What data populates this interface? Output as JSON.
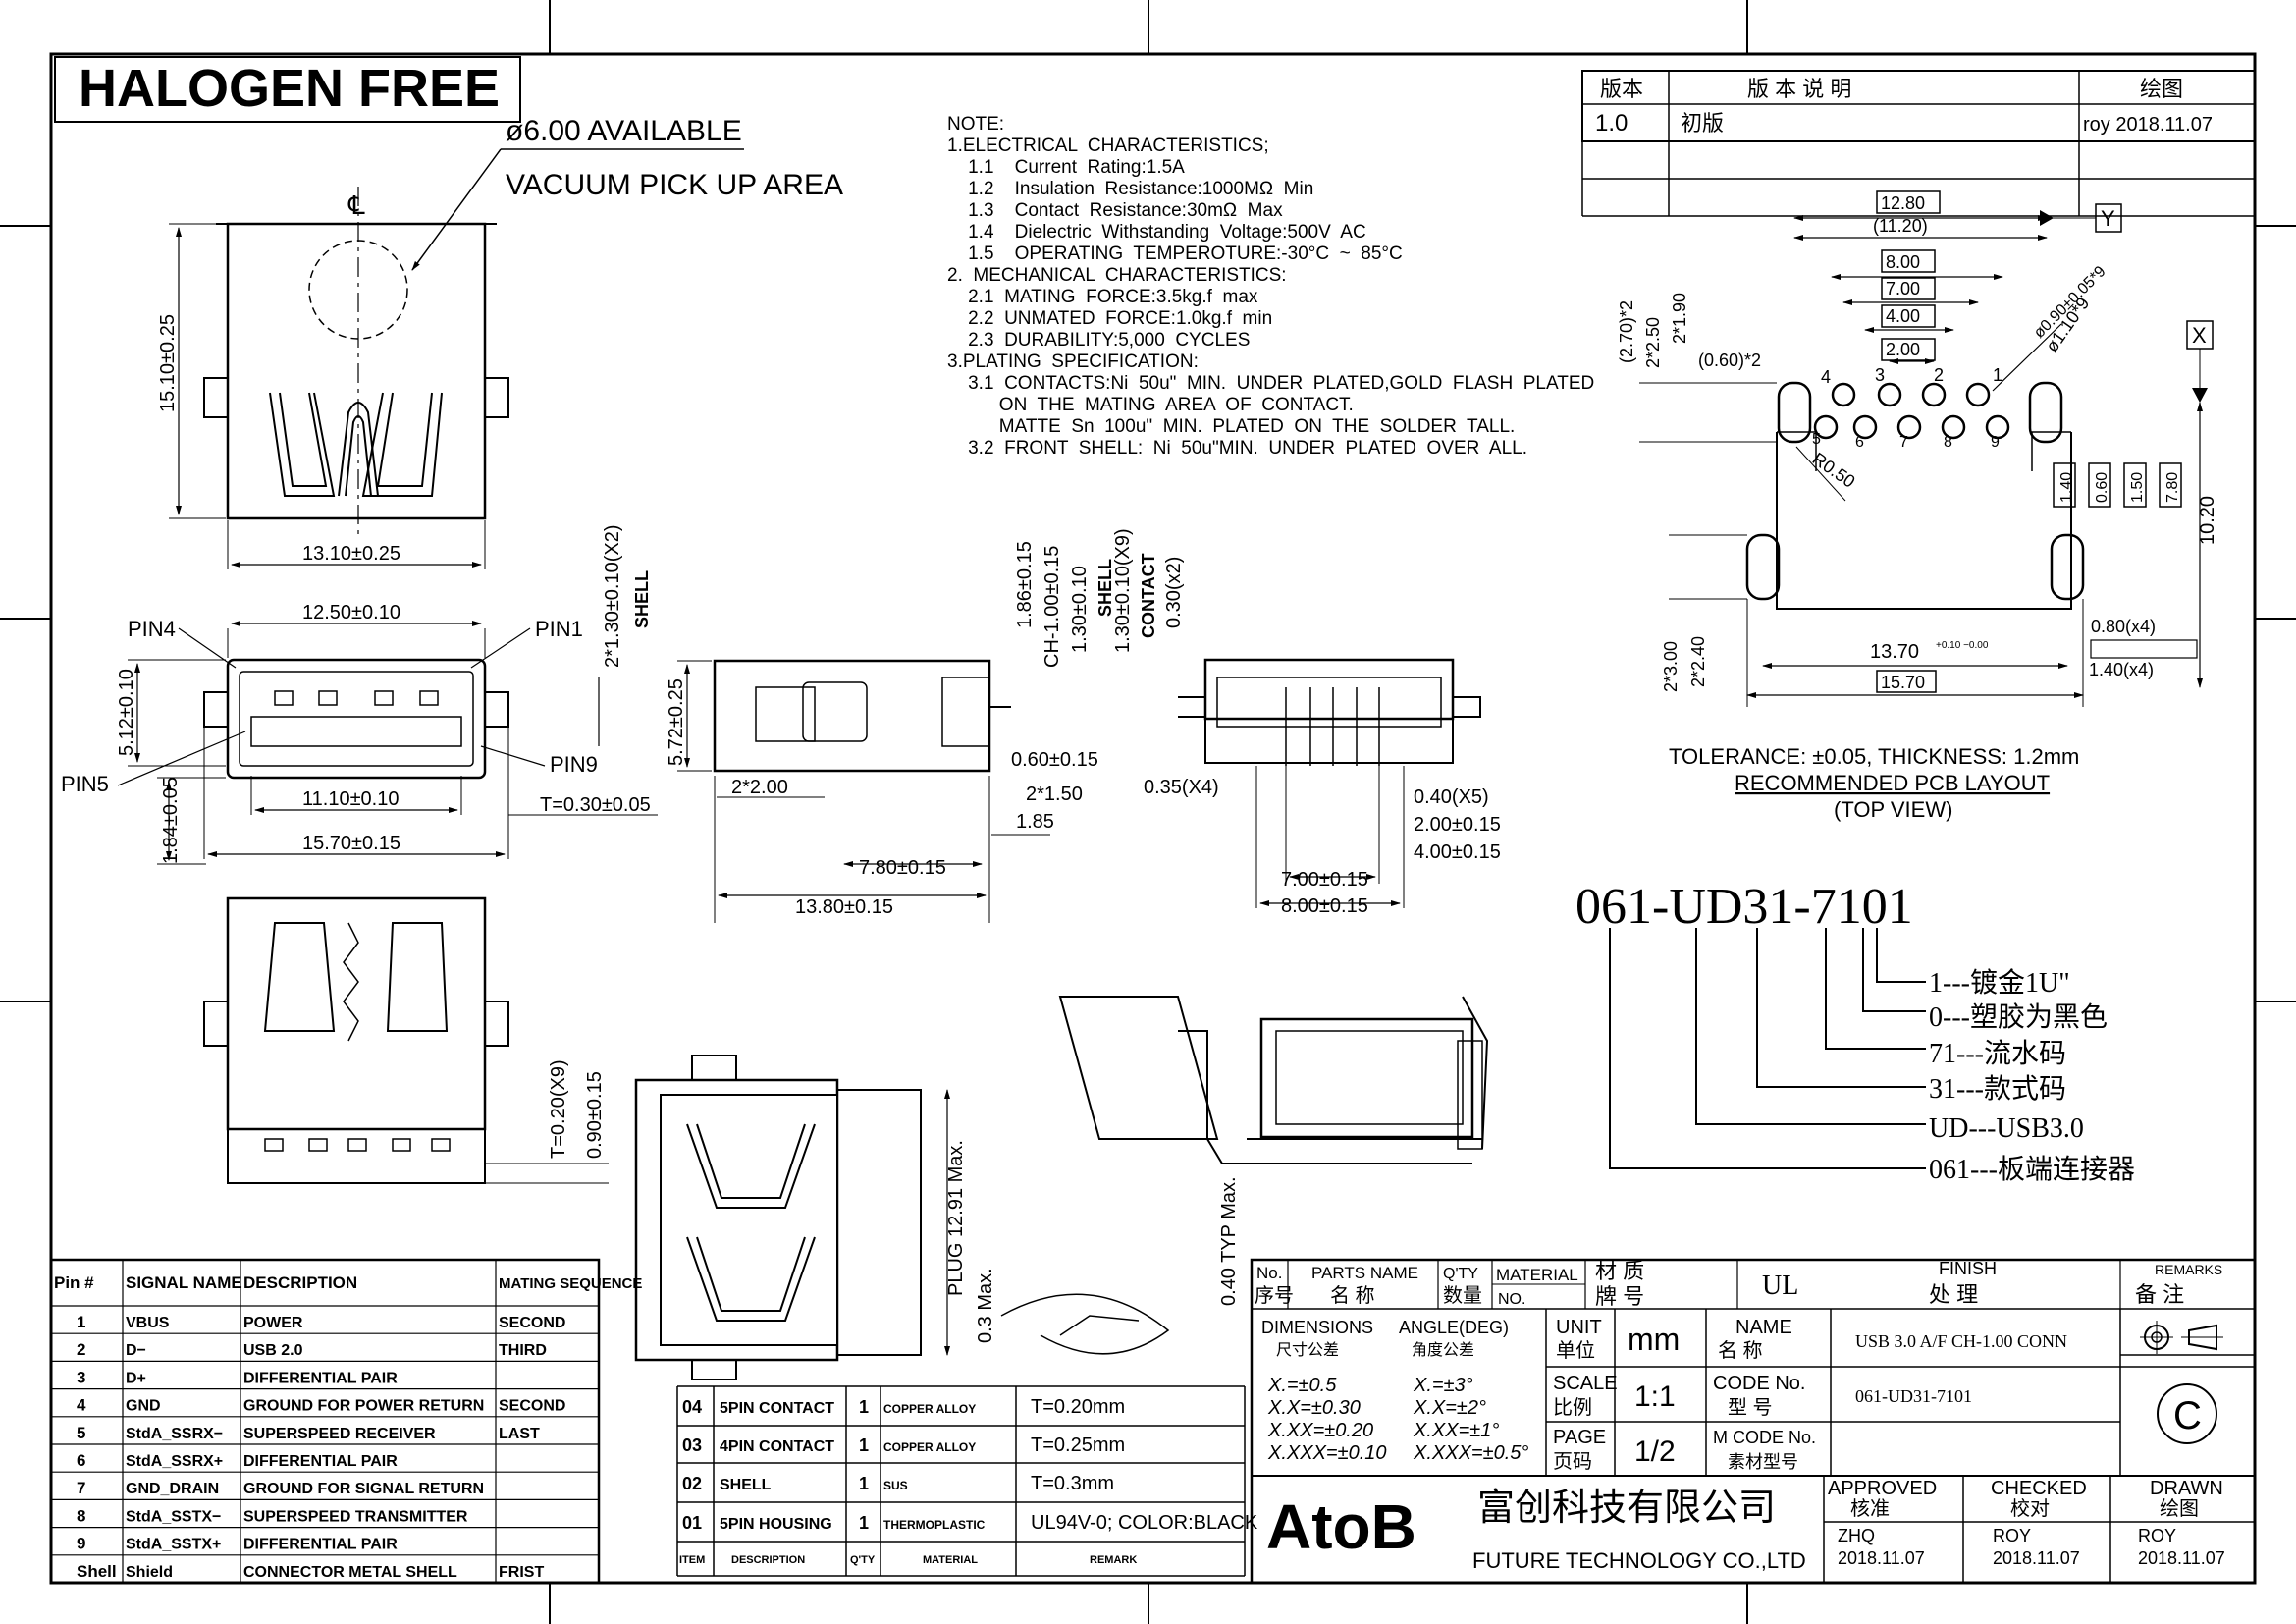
{
  "banner": "HALOGEN FREE",
  "pickup": {
    "line1": "ø6.00 AVAILABLE",
    "line2": "VACUUM PICK UP AREA",
    "cl": "℄"
  },
  "notes": [
    "NOTE:",
    "1.ELECTRICAL  CHARACTERISTICS;",
    "    1.1    Current  Rating:1.5A",
    "    1.2    Insulation  Resistance:1000MΩ  Min",
    "    1.3    Contact  Resistance:30mΩ  Max",
    "    1.4    Dielectric  Withstanding  Voltage:500V  AC",
    "    1.5    OPERATING  TEMPEROTURE:-30°C  ~  85°C",
    "2.  MECHANICAL  CHARACTERISTICS:",
    "    2.1  MATING  FORCE:3.5kg.f  max",
    "    2.2  UNMATED  FORCE:1.0kg.f  min",
    "    2.3  DURABILITY:5,000  CYCLES",
    "3.PLATING  SPECIFICATION:",
    "    3.1  CONTACTS:Ni  50u\"  MIN.  UNDER  PLATED,GOLD  FLASH  PLATED",
    "          ON  THE  MATING  AREA  OF  CONTACT.",
    "          MATTE  Sn  100u\"  MIN.  PLATED  ON  THE  SOLDER  TALL.",
    "    3.2  FRONT  SHELL:  Ni  50u\"MIN.  UNDER  PLATED  OVER  ALL."
  ],
  "revision": {
    "headers": [
      "版本",
      "版  本  说  明",
      "绘图"
    ],
    "rows": [
      [
        "1.0",
        "初版",
        "roy  2018.11.07"
      ]
    ]
  },
  "dims": {
    "d_15_10": "15.10±0.25",
    "d_13_10": "13.10±0.25",
    "d_12_50": "12.50±0.10",
    "d_11_10": "11.10±0.10",
    "d_15_70": "15.70±0.15",
    "d_5_12": "5.12±0.10",
    "d_1_84": "1.84±0.05",
    "d_t030": "T=0.30±0.05",
    "d_1_30x2": "2*1.30±0.10(X2)",
    "shell": "SHELL",
    "d_5_72": "5.72±0.25",
    "d_1_86": "1.86±0.15",
    "d_ch": "CH-1.00±0.15",
    "d_1_30": "1.30±0.10",
    "d_1_30x9": "1.30±0.10(X9)",
    "contact": "CONTACT",
    "d_0_30x2": "0.30(x2)",
    "d_2x2": "2*2.00",
    "d_060": "0.60±0.15",
    "d_2x150": "2*1.50",
    "d_185": "1.85",
    "d_780": "7.80±0.15",
    "d_1380": "13.80±0.15",
    "d_035": "0.35(X4)",
    "d_040": "0.40(X5)",
    "d_200": "2.00±0.15",
    "d_400": "4.00±0.15",
    "d_700": "7.00±0.15",
    "d_800": "8.00±0.15",
    "d_t020": "T=0.20(X9)",
    "d_090": "0.90±0.15",
    "d_plug": "PLUG 12.91 Max.",
    "d_03max": "0.3 Max.",
    "d_040typ": "0.40 TYP Max.",
    "pin4": "PIN4",
    "pin1": "PIN1",
    "pin5": "PIN5",
    "pin9": "PIN9"
  },
  "pcb": {
    "d_1280": "12.80",
    "d_1120": "(11.20)",
    "d_800": "8.00",
    "d_700": "7.00",
    "d_400": "4.00",
    "d_200": "2.00",
    "d_110": "ø1.10*9",
    "d_090": "ø0.90±0.05*9",
    "d_270": "(2.70)*2",
    "d_250": "2*2.50",
    "d_190": "2*1.90",
    "d_060": "(0.60)*2",
    "d_r050": "R0.50",
    "d_140": "1.40",
    "d_0_60": "0.60",
    "d_150": "1.50",
    "d_780": "7.80",
    "d_1020": "10.20",
    "d_080": "0.80(x4)",
    "d_140x4": "1.40(x4)",
    "d_1370": "13.70",
    "d_1370tol": "+0.10 −0.00",
    "d_1570": "15.70",
    "d_300": "2*3.00",
    "d_240": "2*2.40",
    "y": "Y",
    "x": "X",
    "pins_top": [
      "4",
      "3",
      "2",
      "1"
    ],
    "pins_bot": [
      "5",
      "6",
      "7",
      "8",
      "9"
    ],
    "tol": "TOLERANCE: ±0.05, THICKNESS: 1.2mm",
    "title": "RECOMMENDED PCB LAYOUT",
    "view": "(TOP VIEW)"
  },
  "partcode": {
    "code": "061-UD31-7101",
    "lines": [
      "1---镀金1U\"",
      "0---塑胶为黑色",
      "71---流水码",
      "31---款式码",
      "UD---USB3.0",
      "061---板端连接器"
    ]
  },
  "pin_table": {
    "headers": [
      "Pin #",
      "SIGNAL NAME",
      "DESCRIPTION",
      "MATING SEQUENCE"
    ],
    "rows": [
      [
        "1",
        "VBUS",
        "POWER",
        "SECOND"
      ],
      [
        "2",
        "D−",
        "USB 2.0",
        "THIRD"
      ],
      [
        "3",
        "D+",
        "DIFFERENTIAL PAIR",
        ""
      ],
      [
        "4",
        "GND",
        "GROUND FOR POWER RETURN",
        "SECOND"
      ],
      [
        "5",
        "StdA_SSRX−",
        "SUPERSPEED RECEIVER",
        "LAST"
      ],
      [
        "6",
        "StdA_SSRX+",
        "DIFFERENTIAL PAIR",
        ""
      ],
      [
        "7",
        "GND_DRAIN",
        "GROUND FOR SIGNAL RETURN",
        ""
      ],
      [
        "8",
        "StdA_SSTX−",
        "SUPERSPEED TRANSMITTER",
        ""
      ],
      [
        "9",
        "StdA_SSTX+",
        "DIFFERENTIAL PAIR",
        ""
      ],
      [
        "Shell",
        "Shield",
        "CONNECTOR METAL SHELL",
        "FRIST"
      ]
    ]
  },
  "bom": {
    "headers": [
      "ITEM",
      "DESCRIPTION",
      "Q'TY",
      "MATERIAL",
      "REMARK"
    ],
    "rows": [
      [
        "04",
        "5PIN CONTACT",
        "1",
        "COPPER ALLOY",
        "T=0.20mm"
      ],
      [
        "03",
        "4PIN CONTACT",
        "1",
        "COPPER ALLOY",
        "T=0.25mm"
      ],
      [
        "02",
        "SHELL",
        "1",
        "SUS",
        "T=0.3mm"
      ],
      [
        "01",
        "5PIN HOUSING",
        "1",
        "THERMOPLASTIC",
        "UL94V-0;  COLOR:BLACK"
      ]
    ]
  },
  "title_block": {
    "no": "No.",
    "seq": "序号",
    "partname": "PARTS  NAME",
    "partname_cn": "名  称",
    "qty": "Q'TY",
    "qty_cn": "数量",
    "material": "MATERIAL",
    "material_cn": "材  质",
    "no2": "NO.",
    "brand": "牌  号",
    "ul": "UL",
    "finish": "FINISH",
    "finish_cn": "处  理",
    "remarks": "REMARKS",
    "remarks_cn": "备  注",
    "dimensions": "DIMENSIONS",
    "dim_cn": "尺寸公差",
    "angle": "ANGLE(DEG)",
    "angle_cn": "角度公差",
    "tol": [
      "X.=±0.5",
      "X.X=±0.30",
      "X.XX=±0.20",
      "X.XXX=±0.10"
    ],
    "atol": [
      "X.=±3°",
      "X.X=±2°",
      "X.XX=±1°",
      "X.XXX=±0.5°"
    ],
    "unit": "UNIT",
    "unit_cn": "单位",
    "unit_val": "mm",
    "name": "NAME",
    "name_cn": "名  称",
    "name_val": "USB  3.0  A/F   CH-1.00  CONN",
    "scale": "SCALE",
    "scale_cn": "比例",
    "scale_val": "1:1",
    "code": "CODE  No.",
    "code_cn": "型  号",
    "code_val": "061-UD31-7101",
    "page": "PAGE",
    "page_cn": "页码",
    "page_val": "1/2",
    "mcode": "M  CODE  No.",
    "mcode_cn": "素材型号",
    "logo": "AtoB",
    "company_cn": "富创科技有限公司",
    "company_en": "FUTURE  TECHNOLOGY  CO.,LTD",
    "approved": "APPROVED",
    "approved_cn": "核准",
    "approved_by": "ZHQ",
    "approved_date": "2018.11.07",
    "checked": "CHECKED",
    "checked_cn": "校对",
    "checked_by": "ROY",
    "checked_date": "2018.11.07",
    "drawn": "DRAWN",
    "drawn_cn": "绘图",
    "drawn_by": "ROY",
    "drawn_date": "2018.11.07",
    "copy": "C"
  }
}
